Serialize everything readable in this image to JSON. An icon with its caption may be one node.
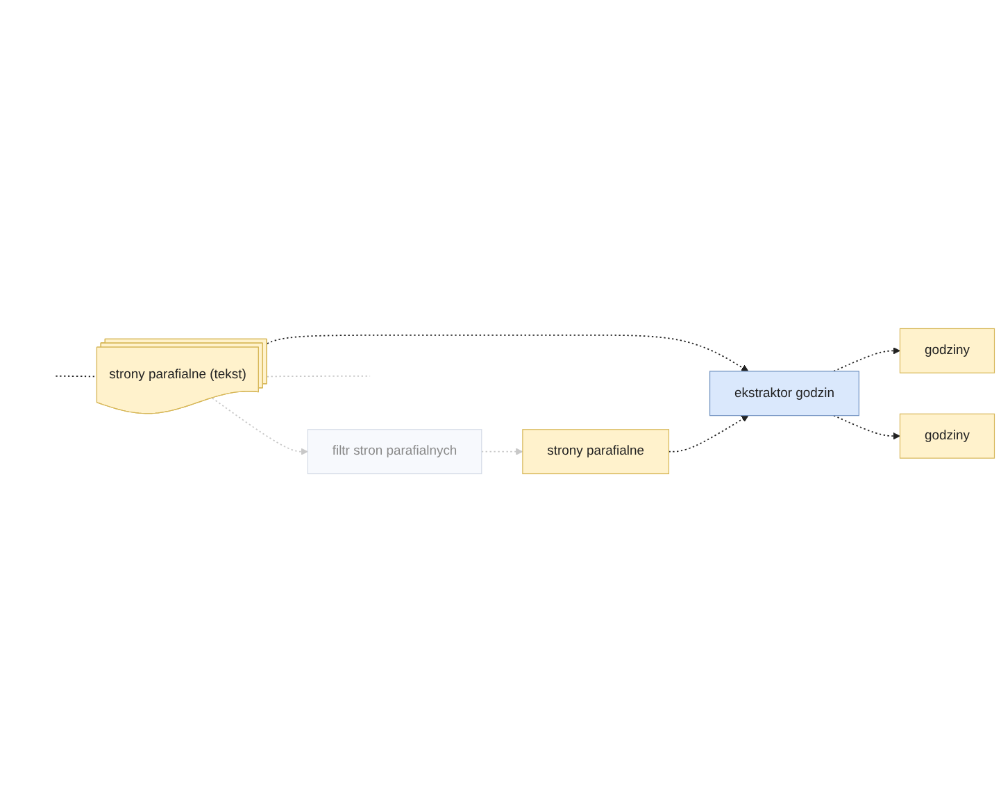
{
  "diagram": {
    "nodes": [
      {
        "text": [
          "strony parafialne (tekst)"
        ]
      },
      {
        "text": [
          "filtr stron parafialnych"
        ]
      },
      {
        "text": [
          "godziny"
        ]
      },
      {
        "text": [
          "ekstraktor godzin"
        ]
      },
      {
        "text": [
          "strony parafialne"
        ]
      },
      {
        "text": [
          "godziny"
        ]
      }
    ],
    "edges": [
      {
        "from": 0,
        "to": null,
        "arrow": "none",
        "style": "dashed",
        "color": "#c8c8c8"
      },
      {
        "from": null,
        "to": 0,
        "arrow": "none",
        "style": "dashed"
      },
      {
        "from": 0,
        "to": 1,
        "arrow": "to",
        "style": "dashed",
        "color": "#c8c8c8"
      },
      {
        "from": 0,
        "to": 3,
        "arrow": "to",
        "style": "dashed"
      },
      {
        "from": 1,
        "to": 4,
        "arrow": "to",
        "style": "dashed",
        "color": "#c8c8c8"
      },
      {
        "from": 4,
        "to": 3,
        "arrow": "to",
        "style": "dashed"
      },
      {
        "from": 3,
        "to": 2,
        "arrow": "to",
        "style": "dashed"
      },
      {
        "from": 3,
        "to": 5,
        "arrow": "to",
        "style": "dashed"
      }
    ]
  }
}
